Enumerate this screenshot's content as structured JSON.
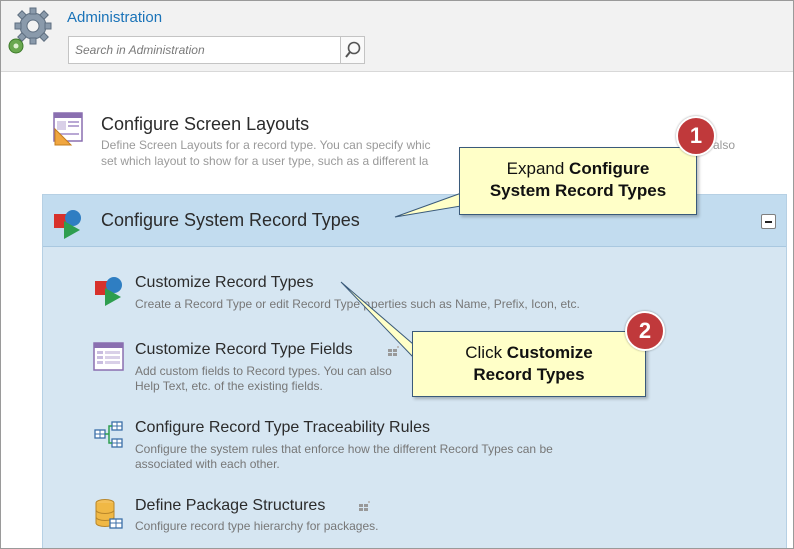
{
  "header": {
    "title": "Administration",
    "search_placeholder": "Search in Administration"
  },
  "items": {
    "screen_layouts": {
      "title": "Configure Screen Layouts",
      "desc_line1": "Define Screen Layouts for a record type. You can specify whic",
      "desc_line1_tail": "also",
      "desc_line2": "set which layout to show for a user type, such as a different la"
    },
    "system_record_types": {
      "title": "Configure System Record Types"
    }
  },
  "subitems": {
    "customize_types": {
      "title": "Customize Record Types",
      "desc_a": "Create a Record Type or edit Record Type p",
      "desc_b": "perties such as Name, Prefix, Icon, etc."
    },
    "customize_fields": {
      "title": "Customize Record Type Fields",
      "desc_line1": "Add custom fields to Record types. You can also",
      "desc_line2": "Help Text, etc. of the existing fields."
    },
    "traceability": {
      "title": "Configure Record Type Traceability Rules",
      "desc_line1": "Configure the system rules that enforce how the different Record Types can be",
      "desc_line2": "associated with each other."
    },
    "packages": {
      "title": "Define Package Structures",
      "desc_line1": "Configure record type hierarchy for packages."
    }
  },
  "callouts": {
    "step1": {
      "number": "1",
      "prefix": "Expand ",
      "bold1": "Configure",
      "bold2": "System Record Types"
    },
    "step2": {
      "number": "2",
      "prefix": "Click ",
      "bold1": "Customize",
      "bold2": "Record Types"
    }
  },
  "colors": {
    "link_blue": "#1a73b8",
    "section_bg": "#d6e6f2",
    "section_header_bg": "#c2dcef",
    "callout_bg": "#ffffc8",
    "badge_red": "#c0393b"
  },
  "icons": [
    "gear-icon",
    "search-icon",
    "layout-icon",
    "record-types-icon",
    "collapse-icon",
    "fields-list-icon",
    "traceability-icon",
    "package-icon",
    "grid-icon"
  ]
}
